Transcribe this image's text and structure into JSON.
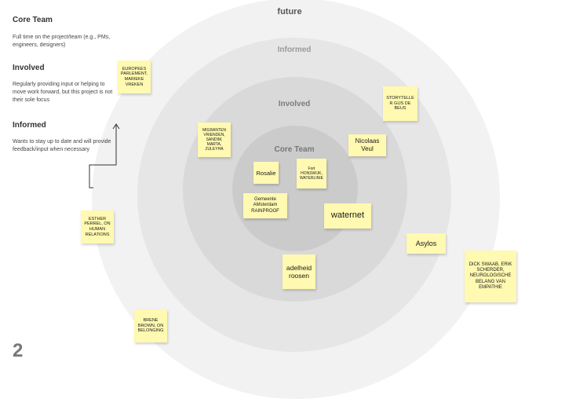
{
  "rings": {
    "future": "future",
    "informed": "Informed",
    "involved": "Involved",
    "core": "Core Team"
  },
  "legend": {
    "core_title": "Core Team",
    "core_desc": "Full time on the project/team (e.g., PMs, engineers, designers)",
    "involved_title": "Involved",
    "involved_desc": "Regularly providing input or helping to move work forward, but this project is not their sole focus",
    "informed_title": "Informed",
    "informed_desc": "Wants to stay up to date and will provide feedback/input when necessary"
  },
  "notes": {
    "europees": "EUROPEES PARLEMENT, MARIEKE VREKEN",
    "migranten": "MIGRANTEN VRIENDEN, SANDIM, MARTA, ZULEYHA",
    "storyteller": "STORYTELLER GIJS DE BEUS",
    "nicolaas": "Nicolaas Veul",
    "rosalie": "Rosalie",
    "fort": "Fort HONSWIJK, WATERLINIE",
    "gemeente": "Gemeente AMsterdam RAINPROOF",
    "waternet": "waternet",
    "esther": "ESTHER PERREL, ON HUMAN RELATIONS",
    "asylos": "Asylos",
    "adelheid": "adelheid roosen",
    "dick": "DICK SWAAB, ERIK SCHERDER, NEUROLOGISCHE BELANG VAN EMPATHIE",
    "brene": "BRENE BROWN, ON BELONGING"
  },
  "page_number": "2",
  "colors": {
    "sticky": "#fff9b1"
  }
}
